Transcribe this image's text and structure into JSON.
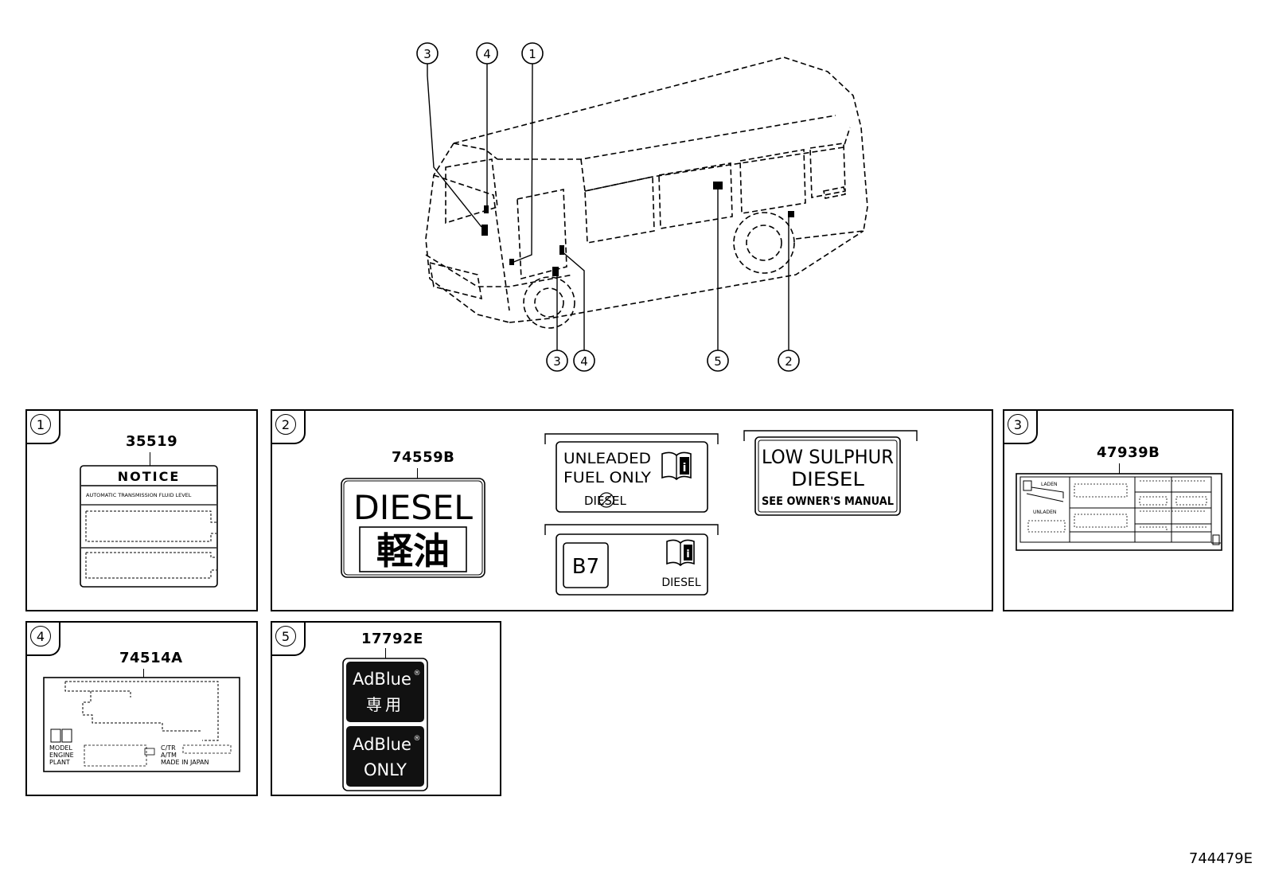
{
  "callouts_top": [
    "3",
    "4",
    "1"
  ],
  "callouts_bottom": [
    "3",
    "4",
    "5",
    "2"
  ],
  "panels": [
    {
      "num": "1",
      "part": "35519",
      "title": "NOTICE",
      "sub": "AUTOMATIC TRANSMISSION FLUID LEVEL"
    },
    {
      "num": "2",
      "part": "74559B",
      "diesel_en": "DIESEL",
      "diesel_jp": "軽油",
      "unleaded_line1": "UNLEADED",
      "unleaded_line2": "FUEL ONLY",
      "unleaded_line3": "DIESEL",
      "b7": "B7",
      "b7_diesel": "DIESEL",
      "ls_line1": "LOW SULPHUR",
      "ls_line2": "DIESEL",
      "ls_line3": "SEE OWNER'S MANUAL"
    },
    {
      "num": "3",
      "part": "47939B",
      "laden": "LADEN",
      "unladen": "UNLADEN"
    },
    {
      "num": "4",
      "part": "74514A",
      "model": "MODEL",
      "engine": "ENGINE",
      "plant": "PLANT",
      "cltr": "C/TR",
      "atm": "A/TM",
      "made": "MADE IN JAPAN"
    },
    {
      "num": "5",
      "part": "17792E",
      "adblue": "AdBlue",
      "reg": "®",
      "jp": "専用",
      "only": "ONLY"
    }
  ],
  "footer_code": "744479E"
}
